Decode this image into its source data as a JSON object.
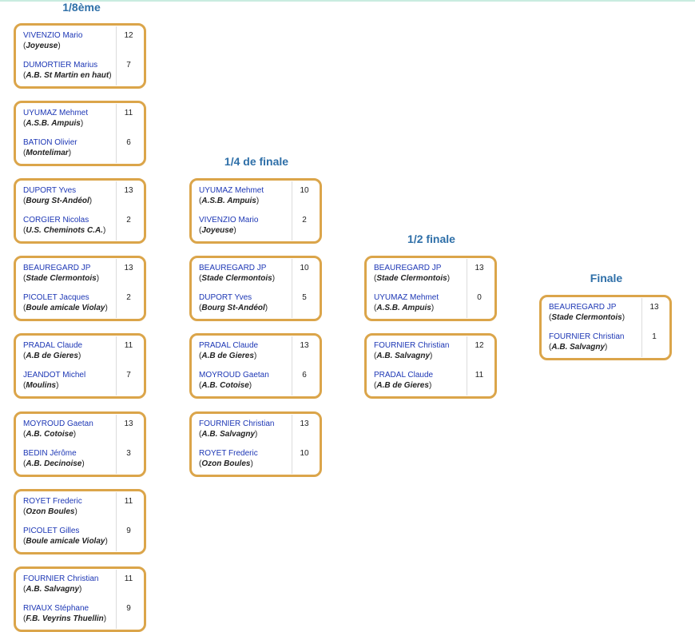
{
  "rounds": [
    {
      "title": "1/8ème",
      "matches": [
        {
          "p1": {
            "name": "VIVENZIO Mario",
            "club": "Joyeuse",
            "score": "12"
          },
          "p2": {
            "name": "DUMORTIER Marius",
            "club": "A.B. St Martin en haut",
            "score": "7"
          }
        },
        {
          "p1": {
            "name": "UYUMAZ Mehmet",
            "club": "A.S.B. Ampuis",
            "score": "11"
          },
          "p2": {
            "name": "BATION Olivier",
            "club": "Montelimar",
            "score": "6"
          }
        },
        {
          "p1": {
            "name": "DUPORT Yves",
            "club": "Bourg St-Andéol",
            "score": "13"
          },
          "p2": {
            "name": "CORGIER Nicolas",
            "club": "U.S. Cheminots C.A.",
            "score": "2"
          }
        },
        {
          "p1": {
            "name": "BEAUREGARD JP",
            "club": "Stade Clermontois",
            "score": "13"
          },
          "p2": {
            "name": "PICOLET Jacques",
            "club": "Boule amicale Violay",
            "score": "2"
          }
        },
        {
          "p1": {
            "name": "PRADAL Claude",
            "club": "A.B de Gieres",
            "score": "11"
          },
          "p2": {
            "name": "JEANDOT Michel",
            "club": "Moulins",
            "score": "7"
          }
        },
        {
          "p1": {
            "name": "MOYROUD Gaetan",
            "club": "A.B. Cotoise",
            "score": "13"
          },
          "p2": {
            "name": "BEDIN Jérôme",
            "club": "A.B. Decinoise",
            "score": "3"
          }
        },
        {
          "p1": {
            "name": "ROYET Frederic",
            "club": "Ozon Boules",
            "score": "11"
          },
          "p2": {
            "name": "PICOLET Gilles",
            "club": "Boule amicale Violay",
            "score": "9"
          }
        },
        {
          "p1": {
            "name": "FOURNIER Christian",
            "club": "A.B. Salvagny",
            "score": "11"
          },
          "p2": {
            "name": "RIVAUX Stéphane",
            "club": "F.B. Veyrins Thuellin",
            "score": "9"
          }
        }
      ]
    },
    {
      "title": "1/4 de finale",
      "matches": [
        {
          "p1": {
            "name": "UYUMAZ Mehmet",
            "club": "A.S.B. Ampuis",
            "score": "10"
          },
          "p2": {
            "name": "VIVENZIO Mario",
            "club": "Joyeuse",
            "score": "2"
          }
        },
        {
          "p1": {
            "name": "BEAUREGARD JP",
            "club": "Stade Clermontois",
            "score": "10"
          },
          "p2": {
            "name": "DUPORT Yves",
            "club": "Bourg St-Andéol",
            "score": "5"
          }
        },
        {
          "p1": {
            "name": "PRADAL Claude",
            "club": "A.B de Gieres",
            "score": "13"
          },
          "p2": {
            "name": "MOYROUD Gaetan",
            "club": "A.B. Cotoise",
            "score": "6"
          }
        },
        {
          "p1": {
            "name": "FOURNIER Christian",
            "club": "A.B. Salvagny",
            "score": "13"
          },
          "p2": {
            "name": "ROYET Frederic",
            "club": "Ozon Boules",
            "score": "10"
          }
        }
      ]
    },
    {
      "title": "1/2 finale",
      "matches": [
        {
          "p1": {
            "name": "BEAUREGARD JP",
            "club": "Stade Clermontois",
            "score": "13"
          },
          "p2": {
            "name": "UYUMAZ Mehmet",
            "club": "A.S.B. Ampuis",
            "score": "0"
          }
        },
        {
          "p1": {
            "name": "FOURNIER Christian",
            "club": "A.B. Salvagny",
            "score": "12"
          },
          "p2": {
            "name": "PRADAL Claude",
            "club": "A.B de Gieres",
            "score": "11"
          }
        }
      ]
    },
    {
      "title": "Finale",
      "matches": [
        {
          "p1": {
            "name": "BEAUREGARD JP",
            "club": "Stade Clermontois",
            "score": "13"
          },
          "p2": {
            "name": "FOURNIER Christian",
            "club": "A.B. Salvagny",
            "score": "1"
          }
        }
      ]
    }
  ],
  "colors": {
    "border": "#dba54a",
    "title": "#2e6fa8",
    "player_name": "#1d37b5",
    "club": "#222222"
  }
}
